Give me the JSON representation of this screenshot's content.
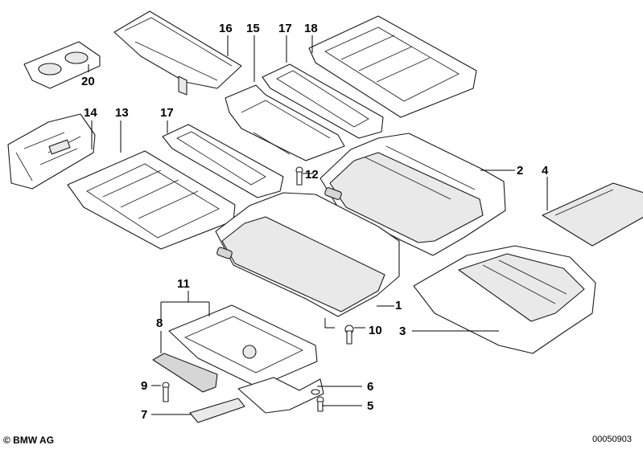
{
  "callouts": [
    "1",
    "2",
    "3",
    "4",
    "5",
    "6",
    "7",
    "8",
    "9",
    "10",
    "11",
    "12",
    "13",
    "14",
    "15",
    "16",
    "17",
    "17",
    "18",
    "20"
  ],
  "footer": {
    "copyright": "© BMW AG",
    "diagram_id": "00050903"
  }
}
